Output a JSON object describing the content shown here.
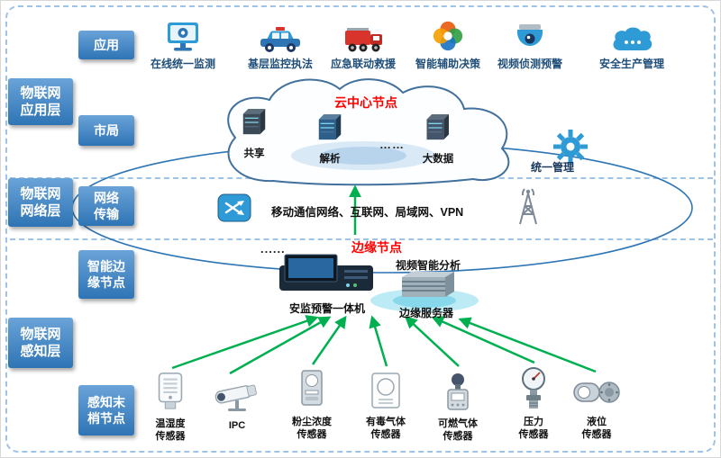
{
  "colors": {
    "layer_box_blue": "#2E75B6",
    "accent_red": "#FF0000",
    "arrow_green": "#00B050",
    "app_label_blue": "#1F4E79",
    "dashed_border_blue": "#9DC3E6"
  },
  "left_labels": {
    "application_layer": "物联网\n应用层",
    "network_layer": "物联网\n网络层",
    "perception_layer": "物联网\n感知层"
  },
  "sub_labels": {
    "application": "应用",
    "city_bureau": "市局",
    "network_transmission": "网络\n传输",
    "smart_edge_node": "智能边\n缘节点",
    "perception_end_node": "感知末\n梢节点"
  },
  "app_row": {
    "items": [
      {
        "label": "在线统一监测",
        "icon": "online-monitoring-icon"
      },
      {
        "label": "基层监控执法",
        "icon": "police-car-icon"
      },
      {
        "label": "应急联动救援",
        "icon": "fire-truck-icon"
      },
      {
        "label": "智能辅助决策",
        "icon": "decision-support-icon"
      },
      {
        "label": "视频侦测预警",
        "icon": "dome-camera-icon"
      },
      {
        "label": "安全生产管理",
        "icon": "cloud-app-icon"
      }
    ]
  },
  "cloud": {
    "title": "云中心节点",
    "nodes": [
      {
        "label": "共享",
        "icon": "server-icon"
      },
      {
        "label": "解析",
        "icon": "server-icon"
      },
      {
        "label": "大数据",
        "icon": "server-icon"
      }
    ],
    "ellipsis": "……",
    "management_label": "统一管理"
  },
  "network": {
    "text": "移动通信网络、互联网、局域网、VPN",
    "icons": [
      "switch-icon",
      "signal-tower-icon"
    ]
  },
  "edge": {
    "title": "边缘节点",
    "ellipsis": "......",
    "machine_label": "安监预警一体机",
    "video_analysis_label": "视频智能分析",
    "server_label": "边缘服务器"
  },
  "sensors": {
    "items": [
      {
        "label": "温湿度\n传感器",
        "icon": "temp-humidity-sensor-icon"
      },
      {
        "label": "IPC",
        "icon": "ipc-camera-icon"
      },
      {
        "label": "粉尘浓度\n传感器",
        "icon": "dust-sensor-icon"
      },
      {
        "label": "有毒气体\n传感器",
        "icon": "toxic-gas-sensor-icon"
      },
      {
        "label": "可燃气体\n传感器",
        "icon": "combustible-gas-sensor-icon"
      },
      {
        "label": "压力\n传感器",
        "icon": "pressure-sensor-icon"
      },
      {
        "label": "液位\n传感器",
        "icon": "liquid-level-sensor-icon"
      }
    ]
  }
}
